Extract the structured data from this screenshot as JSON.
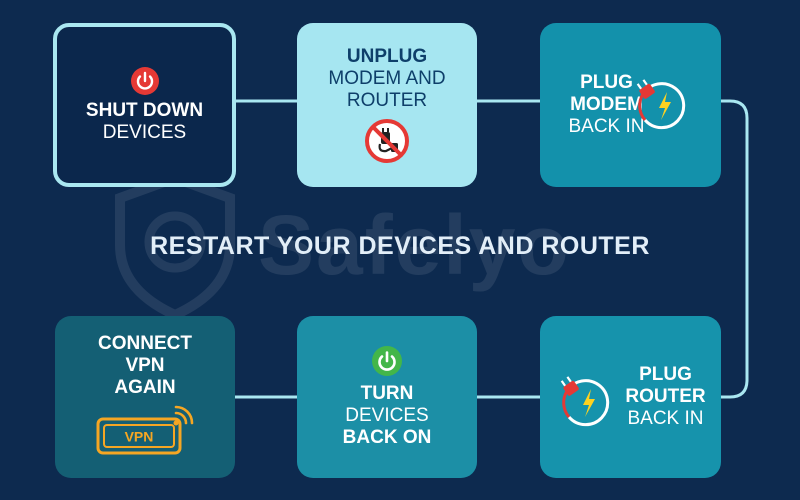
{
  "headline": "RESTART YOUR DEVICES AND ROUTER",
  "watermark": "Safelyo",
  "colors": {
    "background": "#0d2a4f",
    "connector": "#a9e7f1"
  },
  "steps": [
    {
      "bold": "SHUT DOWN",
      "regular": "DEVICES",
      "icon": "power-button-red-icon"
    },
    {
      "bold": "UNPLUG",
      "regular1": "MODEM AND",
      "regular2": "ROUTER",
      "icon": "no-plug-icon"
    },
    {
      "bold1": "PLUG",
      "bold2": "MODEM",
      "regular": "BACK IN",
      "icon": "plug-lightning-icon"
    },
    {
      "bold1": "PLUG",
      "bold2": "ROUTER",
      "regular": "BACK IN",
      "icon": "plug-lightning-icon"
    },
    {
      "bold1": "TURN",
      "regular": "DEVICES",
      "bold2": "BACK ON",
      "icon": "power-button-green-icon"
    },
    {
      "bold1": "CONNECT",
      "bold2": "VPN",
      "bold3": "AGAIN",
      "badge": "VPN",
      "icon": "vpn-badge-icon"
    }
  ]
}
